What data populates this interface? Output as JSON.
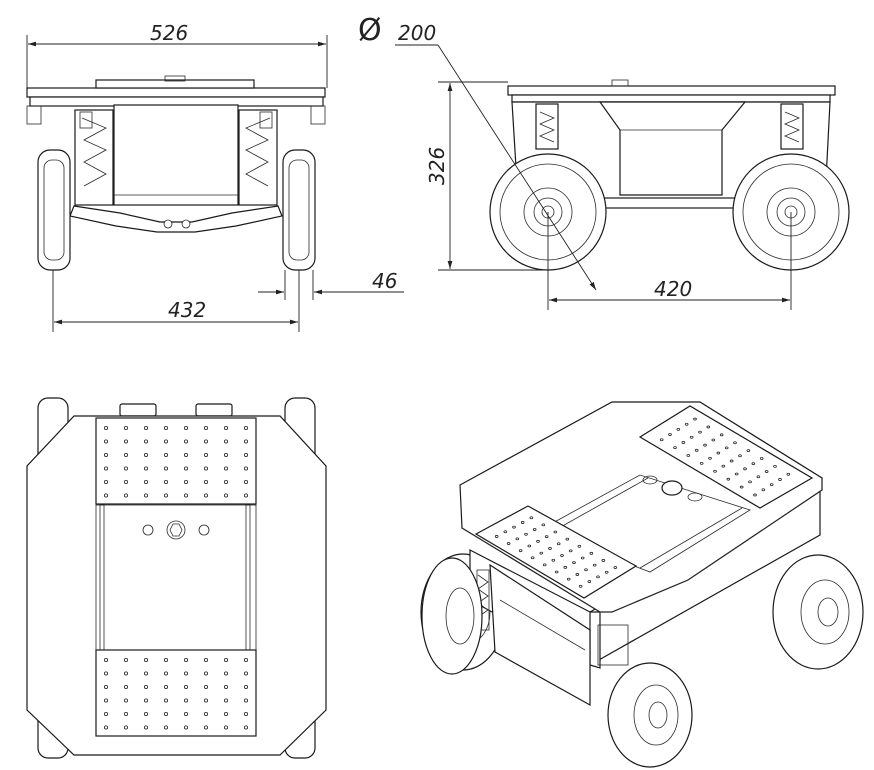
{
  "dimensions": {
    "overall_width": "526",
    "track_width": "432",
    "wheel_width": "46",
    "wheel_diameter": "200",
    "height": "326",
    "wheelbase": "420"
  },
  "symbols": {
    "diameter": "Ø"
  },
  "colors": {
    "line": "#1a1a1a",
    "background": "#ffffff"
  }
}
